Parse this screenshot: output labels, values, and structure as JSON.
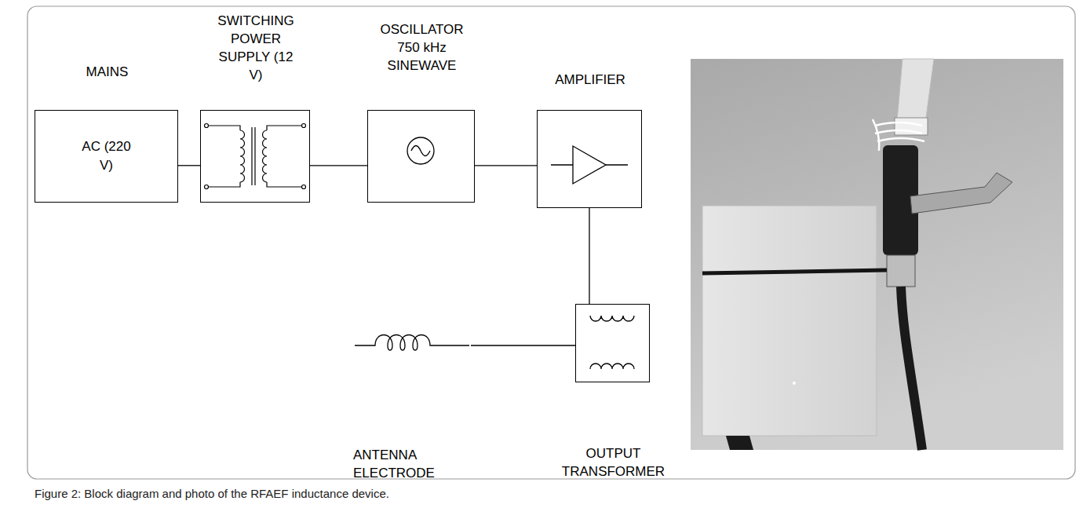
{
  "diagram": {
    "caption": "Figure 2: Block diagram and photo of the RFAEF inductance device.",
    "nodes": [
      {
        "text": [
          "MAINS",
          "AC (220 V)"
        ]
      },
      {
        "text": [
          "SWITCHING POWER SUPPLY (12 V)"
        ]
      },
      {
        "text": [
          "OSCILLATOR 750 kHz SINEWAVE"
        ]
      },
      {
        "text": [
          "AMPLIFIER"
        ]
      },
      {
        "text": [
          "OUTPUT TRANSFORMER"
        ]
      },
      {
        "text": [
          "ANTENNA ELECTRODE"
        ]
      }
    ],
    "edges": [
      {
        "from": 0,
        "to": 1,
        "arrow": "none"
      },
      {
        "from": 1,
        "to": 2,
        "arrow": "none"
      },
      {
        "from": 2,
        "to": 3,
        "arrow": "none"
      },
      {
        "from": 3,
        "to": 4,
        "arrow": "none"
      },
      {
        "from": 4,
        "to": 5,
        "arrow": "none"
      }
    ]
  }
}
